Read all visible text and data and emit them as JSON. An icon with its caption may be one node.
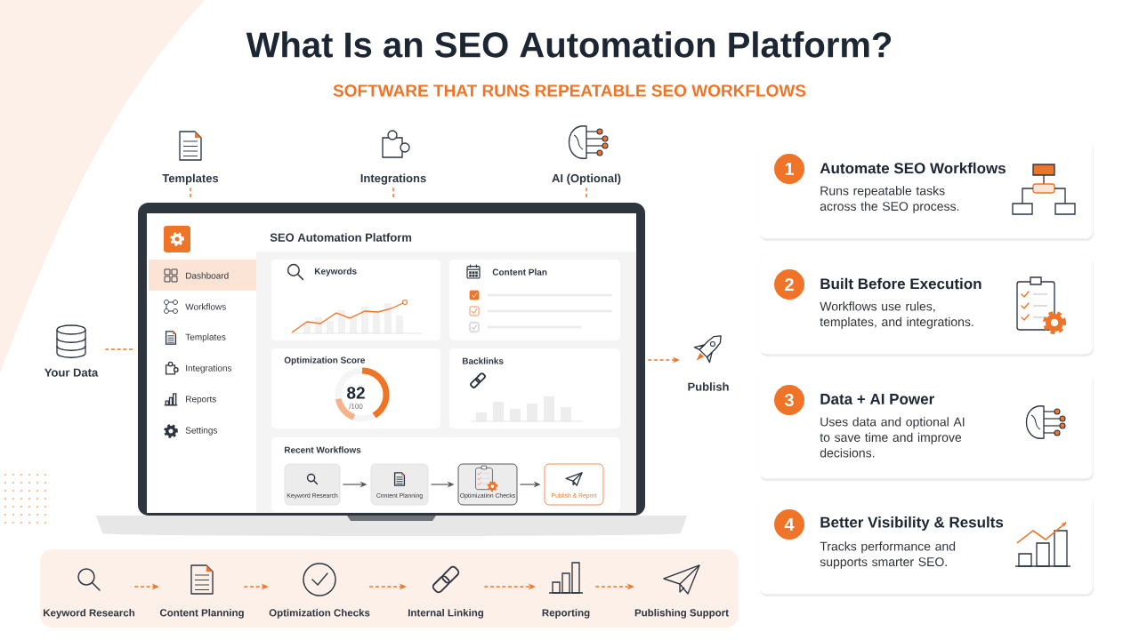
{
  "diagram": {
    "title": "What Is an SEO Automation Platform?",
    "nodes": [
      {
        "text": [
          "Templates"
        ]
      },
      {
        "text": [
          "Integrations"
        ]
      },
      {
        "text": [
          "AI (Optional)"
        ]
      },
      {
        "text": [
          "Your Data"
        ]
      },
      {
        "text": [
          "Publish"
        ]
      },
      {
        "text": [
          "SEO Automation Platform"
        ]
      },
      {
        "text": [
          "Keywords"
        ],
        "in": 5
      },
      {
        "text": [
          "Content Plan"
        ],
        "in": 5
      },
      {
        "text": [
          "Optimization Score",
          "82",
          "/100"
        ],
        "in": 5
      },
      {
        "text": [
          "Backlinks"
        ],
        "in": 5
      },
      {
        "text": [
          "Recent Workflows"
        ],
        "in": 5
      },
      {
        "text": [
          "Keyword Research"
        ],
        "in": 10
      },
      {
        "text": [
          "Content Planning"
        ],
        "in": 10
      },
      {
        "text": [
          "Optimization Checks"
        ],
        "in": 10
      },
      {
        "text": [
          "Publish & Report"
        ],
        "in": 10
      },
      {
        "text": [
          "1",
          "Automate SEO Workflows",
          "Runs repeatable tasks across the SEO process."
        ]
      },
      {
        "text": [
          "2",
          "Built Before Execution",
          "Workflows use rules, templates, and integrations."
        ]
      },
      {
        "text": [
          "3",
          "Data + AI Power",
          "Uses data and optional AI to save time and improve decisions."
        ]
      },
      {
        "text": [
          "4",
          "Better Visibility & Results",
          "Tracks performance and supports smarter SEO."
        ]
      },
      {
        "text": [],
        "shape": "box"
      },
      {
        "text": [
          "Keyword Research"
        ],
        "in": 19
      },
      {
        "text": [
          "Content Planning"
        ],
        "in": 19
      },
      {
        "text": [
          "Optimization Checks"
        ],
        "in": 19
      },
      {
        "text": [
          "Internal Linking"
        ],
        "in": 19
      },
      {
        "text": [
          "Reporting"
        ],
        "in": 19
      },
      {
        "text": [
          "Publishing Support"
        ],
        "in": 19
      }
    ],
    "edges": [
      {
        "from": 0,
        "to": 5,
        "arrow": "none",
        "style": "dashed"
      },
      {
        "from": 1,
        "to": 5,
        "arrow": "none",
        "style": "dashed"
      },
      {
        "from": 2,
        "to": 5,
        "arrow": "none",
        "style": "dashed"
      },
      {
        "from": 3,
        "to": 5,
        "arrow": "none",
        "style": "dashed"
      },
      {
        "from": 5,
        "to": 4,
        "arrow": "to",
        "style": "dashed"
      },
      {
        "from": 11,
        "to": 12,
        "arrow": "to",
        "color": "#555555"
      },
      {
        "from": 12,
        "to": 13,
        "arrow": "to",
        "color": "#555555"
      },
      {
        "from": 13,
        "to": 14,
        "arrow": "to",
        "color": "#555555"
      },
      {
        "from": 20,
        "to": 21,
        "arrow": "to",
        "style": "dashed"
      },
      {
        "from": 21,
        "to": 22,
        "arrow": "to",
        "style": "dashed"
      },
      {
        "from": 22,
        "to": 23,
        "arrow": "to",
        "style": "dashed"
      },
      {
        "from": 23,
        "to": 24,
        "arrow": "to",
        "style": "dashed"
      },
      {
        "from": 24,
        "to": 25,
        "arrow": "to",
        "style": "dashed"
      }
    ],
    "labels": [
      "SOFTWARE THAT RUNS REPEATABLE SEO WORKFLOWS",
      "Dashboard",
      "Workflows",
      "Templates",
      "Integrations",
      "Reports",
      "Settings"
    ]
  }
}
